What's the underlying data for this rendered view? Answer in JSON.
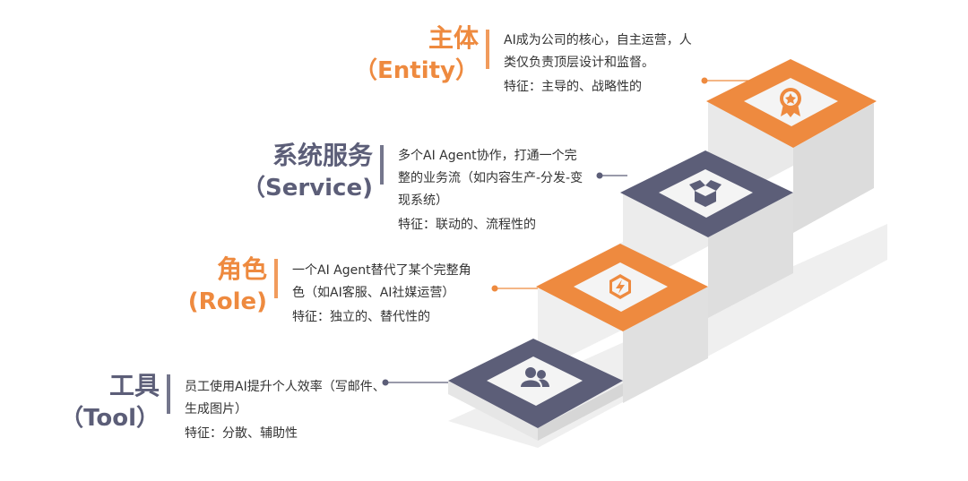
{
  "colors": {
    "orange": "#ee8a3f",
    "slate": "#5c5e78",
    "step_top": "#f3f3f3",
    "step_side": "#e4e4e4",
    "text": "#333333"
  },
  "levels": [
    {
      "key": "tool",
      "title_cn": "工具",
      "title_en": "（Tool）",
      "color": "slate",
      "icon": "user-group-icon",
      "desc": [
        "员工使用AI提升个人效率（写邮件、",
        "生成图片）"
      ],
      "trait": "特征：分散、辅助性"
    },
    {
      "key": "role",
      "title_cn": "角色",
      "title_en": "(Role)",
      "color": "orange",
      "icon": "lightning-badge-icon",
      "desc": [
        "一个AI Agent替代了某个完整角",
        "色（如AI客服、AI社媒运营）"
      ],
      "trait": "特征：独立的、替代性的"
    },
    {
      "key": "service",
      "title_cn": "系统服务",
      "title_en": "（Service)",
      "color": "slate",
      "icon": "open-box-icon",
      "desc": [
        "多个AI Agent协作，打通一个完",
        "整的业务流（如内容生产-分发-变",
        "现系统）"
      ],
      "trait": "特征：联动的、流程性的"
    },
    {
      "key": "entity",
      "title_cn": "主体",
      "title_en": "（Entity）",
      "color": "orange",
      "icon": "award-medal-icon",
      "desc": [
        "AI成为公司的核心，自主运营，人",
        "类仅负责顶层设计和监督。"
      ],
      "trait": "特征：主导的、战略性的"
    }
  ]
}
